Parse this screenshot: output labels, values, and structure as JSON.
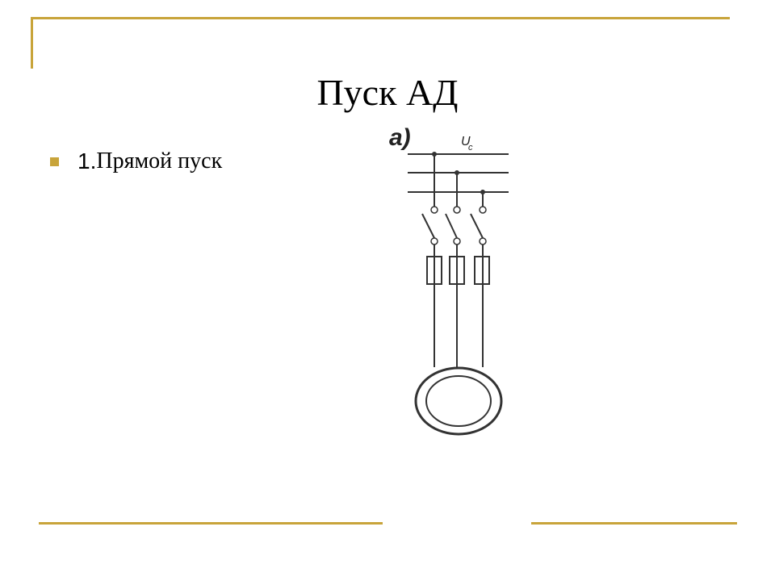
{
  "slide": {
    "title": "Пуск АД",
    "bullets": [
      {
        "number": "1.",
        "text": " Прямой пуск"
      }
    ]
  },
  "diagram": {
    "panel_label": "a)",
    "supply_label": "U",
    "supply_subscript": "c"
  },
  "colors": {
    "accent": "#C8A43A",
    "text": "#000000",
    "background": "#FFFFFF"
  }
}
